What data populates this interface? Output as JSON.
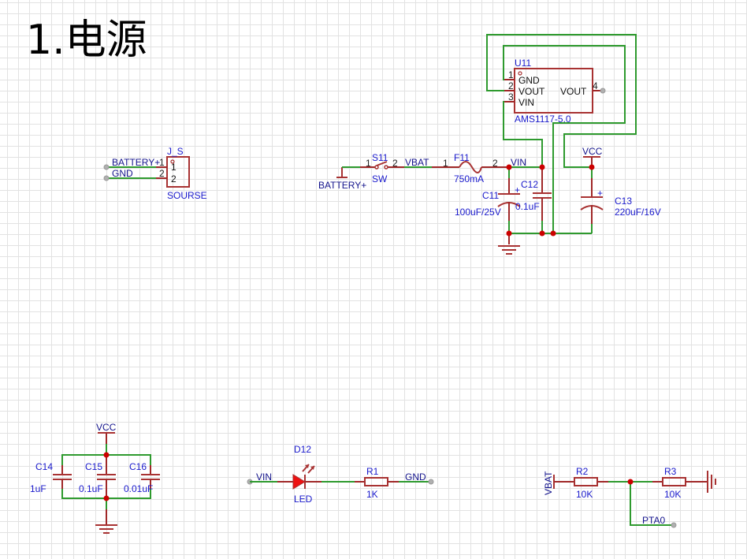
{
  "title": "1.电源",
  "colors": {
    "wire": "#2e9a2e",
    "part": "#a83232",
    "junction": "#cc0000",
    "label": "#1a1acc"
  },
  "connector": {
    "designator": "J_S",
    "value": "SOURSE",
    "pin_numbers": [
      "1",
      "2"
    ],
    "pin_names": [
      "1",
      "2"
    ],
    "nets": [
      "BATTERY+",
      "GND"
    ]
  },
  "regulator": {
    "designator": "U11",
    "value": "AMS1117-5.0",
    "pins": [
      {
        "number": "1",
        "name": "GND"
      },
      {
        "number": "2",
        "name": "VOUT"
      },
      {
        "number": "3",
        "name": "VIN"
      },
      {
        "number": "4",
        "name": "VOUT"
      }
    ]
  },
  "switch": {
    "designator": "S11",
    "value": "SW",
    "pin1": "1",
    "pin2": "2"
  },
  "fuse": {
    "designator": "F11",
    "value": "750mA",
    "pin1": "1",
    "pin2": "2"
  },
  "nets": {
    "battery_plus": "BATTERY+",
    "vbat": "VBAT",
    "vin": "VIN",
    "vcc": "VCC",
    "gnd": "GND",
    "pta0": "PTA0"
  },
  "caps": [
    {
      "designator": "C11",
      "value": "100uF/25V"
    },
    {
      "designator": "C12",
      "value": "0.1uF"
    },
    {
      "designator": "C13",
      "value": "220uF/16V"
    },
    {
      "designator": "C14",
      "value": "1uF"
    },
    {
      "designator": "C15",
      "value": "0.1uF"
    },
    {
      "designator": "C16",
      "value": "0.01uF"
    }
  ],
  "led": {
    "designator": "D12",
    "value": "LED"
  },
  "resistors": [
    {
      "designator": "R1",
      "value": "1K"
    },
    {
      "designator": "R2",
      "value": "10K"
    },
    {
      "designator": "R3",
      "value": "10K"
    }
  ],
  "polarity_mark": "+"
}
